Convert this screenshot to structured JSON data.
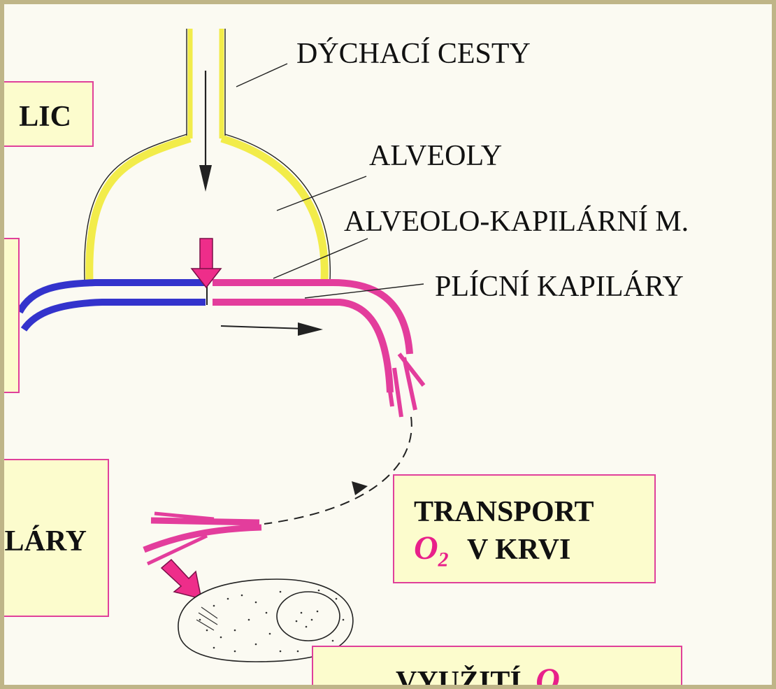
{
  "labels": {
    "airways": "DÝCHACÍ CESTY",
    "alveoli": "ALVEOLY",
    "membrane": "ALVEOLO-KAPILÁRNÍ M.",
    "capillaries": "PLÍCNÍ KAPILÁRY"
  },
  "boxes": {
    "ventilation_fragment": "LIC",
    "tissue_capillaries_fragment": "LÁRY",
    "transport_line1": "TRANSPORT",
    "transport_o2": "O",
    "transport_o2_sub": "2",
    "transport_line2": "V KRVI",
    "utilization_text": "VYUŽITÍ",
    "utilization_o2": "O"
  },
  "colors": {
    "yellow_wall": "#f2ec4a",
    "venous_blue": "#3333cc",
    "arterial_pink": "#e33d9c",
    "arrow_pink": "#ee2d8a",
    "box_fill": "#fcfccd",
    "box_border": "#e0409a",
    "frame": "#bfb588"
  }
}
